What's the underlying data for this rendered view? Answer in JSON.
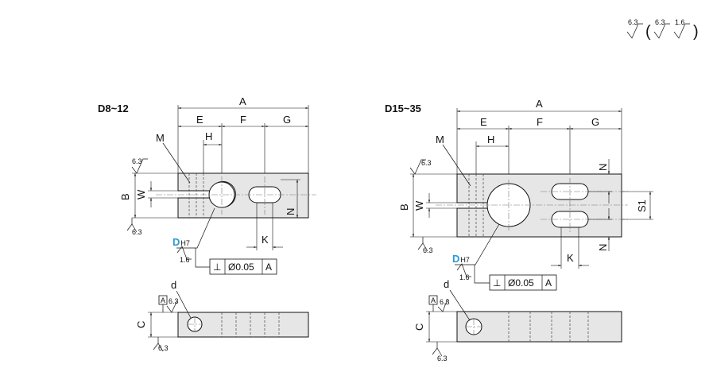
{
  "finish": {
    "default": "6.3",
    "open_paren": "(",
    "alt1": "6.3",
    "alt2": "1.6",
    "close_paren": ")"
  },
  "left_view": {
    "title": "D8~12",
    "labels": {
      "A": "A",
      "E": "E",
      "F": "F",
      "G": "G",
      "H": "H",
      "M": "M",
      "B": "B",
      "W": "W",
      "N": "N",
      "K": "K",
      "C": "C",
      "d": "d"
    },
    "roughness": {
      "top": "6.3",
      "bottom": "6.3",
      "bore": "1.6",
      "side": "6.3",
      "side_bottom": "6.3"
    },
    "bore": {
      "letter": "D",
      "fit": "H7"
    },
    "tolerance": {
      "symbol": "⊥",
      "value": "Ø0.05",
      "datum": "A"
    },
    "datum_tag": "A"
  },
  "right_view": {
    "title": "D15~35",
    "labels": {
      "A": "A",
      "E": "E",
      "F": "F",
      "G": "G",
      "H": "H",
      "M": "M",
      "B": "B",
      "W": "W",
      "N_top": "N",
      "N_bottom": "N",
      "S1": "S1",
      "K": "K",
      "C": "C",
      "d": "d"
    },
    "roughness": {
      "top": "6.3",
      "bottom": "6.3",
      "bore": "1.6",
      "side": "6.3",
      "side_bottom": "6.3"
    },
    "bore": {
      "letter": "D",
      "fit": "H7"
    },
    "tolerance": {
      "symbol": "⊥",
      "value": "Ø0.05",
      "datum": "A"
    },
    "datum_tag": "A"
  }
}
